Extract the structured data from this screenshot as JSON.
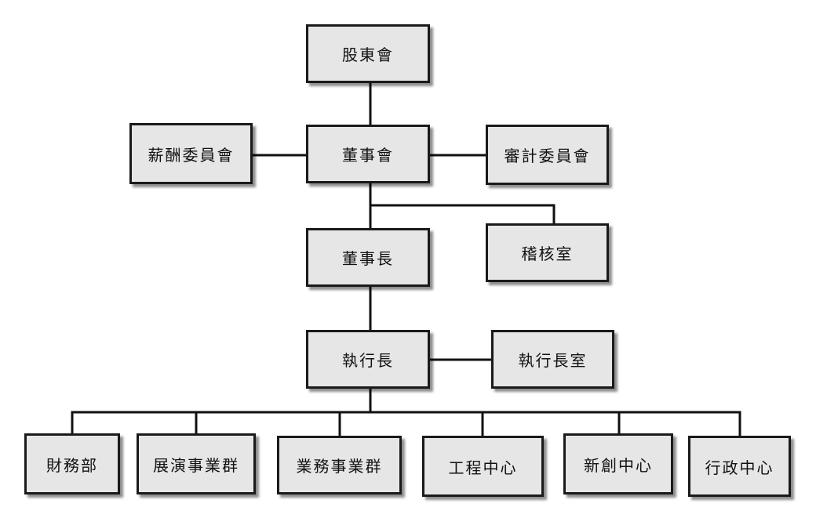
{
  "org_chart": {
    "shareholders": "股東會",
    "board": "董事會",
    "compensation_committee": "薪酬委員會",
    "audit_committee": "審計委員會",
    "chairman": "董事長",
    "internal_audit": "稽核室",
    "ceo": "執行長",
    "ceo_office": "執行長室",
    "departments": [
      "財務部",
      "展演事業群",
      "業務事業群",
      "工程中心",
      "新創中心",
      "行政中心"
    ]
  },
  "colors": {
    "box_fill": "#e6e6e6",
    "box_border": "#1a1a1a",
    "line": "#111111"
  }
}
